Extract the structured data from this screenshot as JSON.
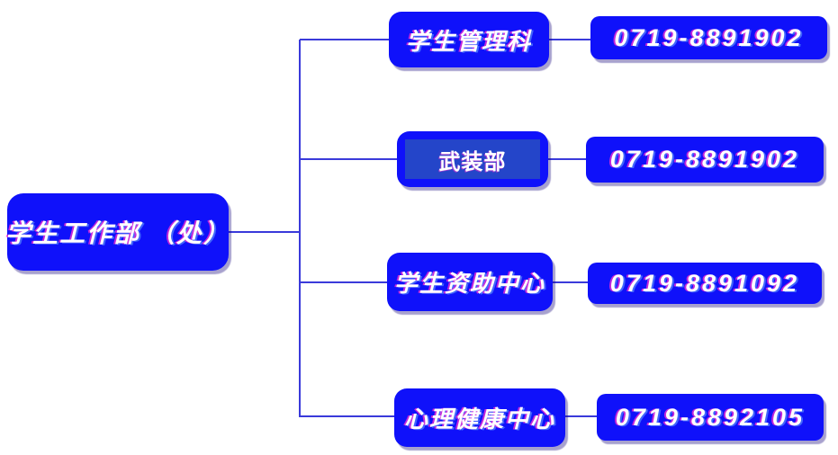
{
  "root": {
    "label": "学生工作部 （处）"
  },
  "branches": [
    {
      "label": "学生管理科",
      "phone": "0719-8891902",
      "selected": false
    },
    {
      "label": "武装部",
      "phone": "0719-8891902",
      "selected": true
    },
    {
      "label": "学生资助中心",
      "phone": "0719-8891092",
      "selected": false
    },
    {
      "label": "心理健康中心",
      "phone": "0719-8892105",
      "selected": false
    }
  ],
  "colors": {
    "node_fill": "#0f11fa",
    "selection_fill": "#2445c9",
    "connector": "#3a3ada",
    "text": "#ffffff",
    "background": "#ffffff",
    "chroma_fringe_left": "#ff2dd2",
    "chroma_fringe_right": "#8ce6ff"
  }
}
